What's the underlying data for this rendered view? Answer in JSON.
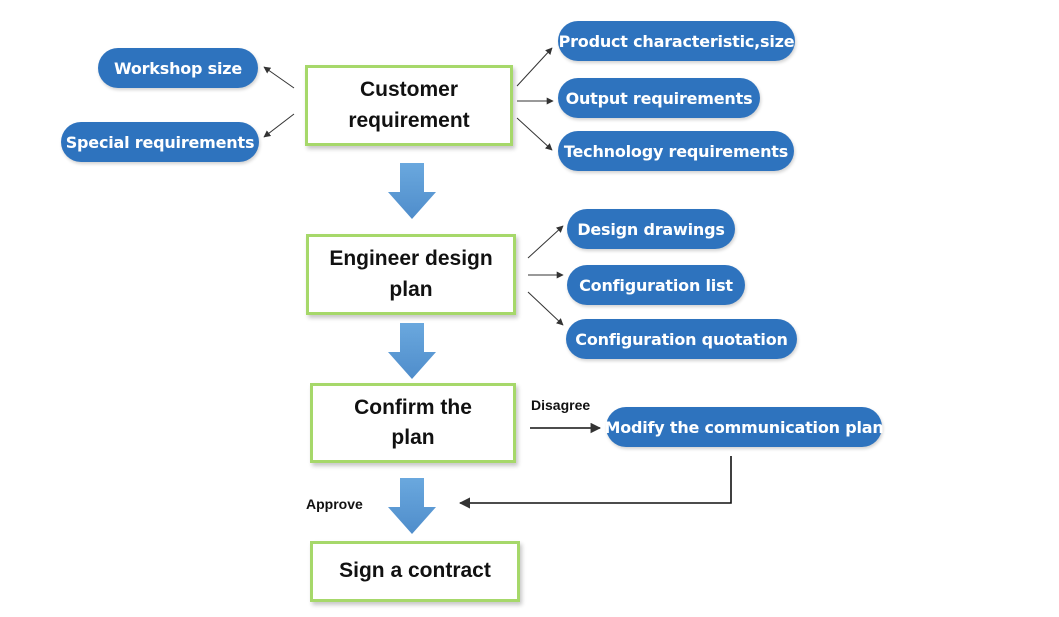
{
  "main_steps": [
    {
      "label": "Customer\nrequirement"
    },
    {
      "label": "Engineer design\nplan"
    },
    {
      "label": "Confirm the\nplan"
    },
    {
      "label": "Sign a contract"
    }
  ],
  "customer_left": [
    "Workshop size",
    "Special requirements"
  ],
  "customer_right": [
    "Product characteristic,size",
    "Output requirements",
    "Technology requirements"
  ],
  "design_outputs": [
    "Design drawings",
    "Configuration list",
    "Configuration quotation"
  ],
  "modify": "Modify the communication plan",
  "labels": {
    "disagree": "Disagree",
    "approve": "Approve"
  },
  "colors": {
    "pill": "#2e73be",
    "box_border": "#a6d86a",
    "flow_arrow": "#5b9bd5",
    "connector": "#333333"
  }
}
